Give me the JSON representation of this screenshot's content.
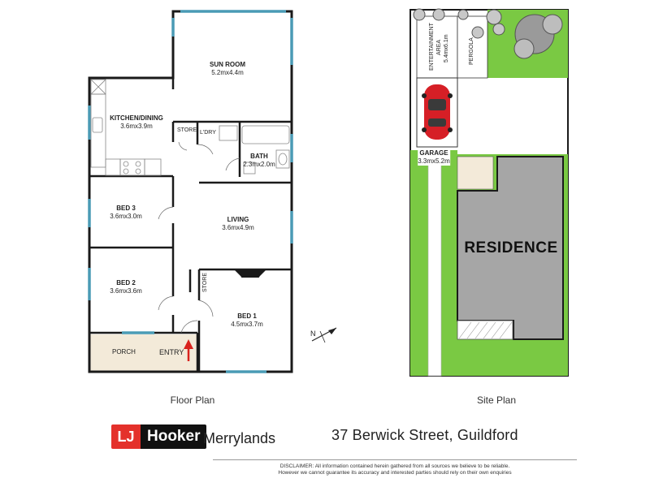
{
  "floor_plan": {
    "rooms": {
      "sun_room": {
        "name": "SUN ROOM",
        "dims": "5.2mx4.4m"
      },
      "kitchen_dining": {
        "name": "KITCHEN/DINING",
        "dims": "3.6mx3.9m"
      },
      "store_top": {
        "name": "STORE"
      },
      "laundry": {
        "name": "L'DRY"
      },
      "bath": {
        "name": "BATH",
        "dims": "2.3mx2.0m"
      },
      "bed3": {
        "name": "BED 3",
        "dims": "3.6mx3.0m"
      },
      "living": {
        "name": "LIVING",
        "dims": "3.6mx4.9m"
      },
      "bed2": {
        "name": "BED 2",
        "dims": "3.6mx3.6m"
      },
      "store_mid": {
        "name": "STORE"
      },
      "bed1": {
        "name": "BED 1",
        "dims": "4.5mx3.7m"
      },
      "porch": {
        "name": "PORCH"
      },
      "entry": {
        "name": "ENTRY"
      }
    },
    "caption": "Floor Plan"
  },
  "site_plan": {
    "entertainment": {
      "line1": "ENTERTAINMENT",
      "line2": "AREA",
      "dims": "5.4mx6.1m"
    },
    "pergola": {
      "name": "PERGOLA"
    },
    "garage": {
      "name": "GARAGE",
      "dims": "3.3mx5.2m"
    },
    "residence": {
      "name": "RESIDENCE"
    },
    "caption": "Site Plan"
  },
  "compass": {
    "label": "N"
  },
  "branding": {
    "logo_mark": "LJ",
    "logo_word": "Hooker",
    "office": "Merrylands"
  },
  "address": "37 Berwick Street, Guildford",
  "disclaimer": {
    "line1": "DISCLAIMER:  All information contained herein gathered from all sources we believe to be reliable.",
    "line2": "However we cannot guarantee its accuracy and interested parties should rely on their own enquiries"
  },
  "colors": {
    "wall": "#1a1a1a",
    "window": "#4a9bb5",
    "porch": "#f3ead9",
    "lawn": "#7ac943",
    "residence": "#a6a6a6",
    "arrow": "#d9231d",
    "brand_red": "#e4312b"
  }
}
